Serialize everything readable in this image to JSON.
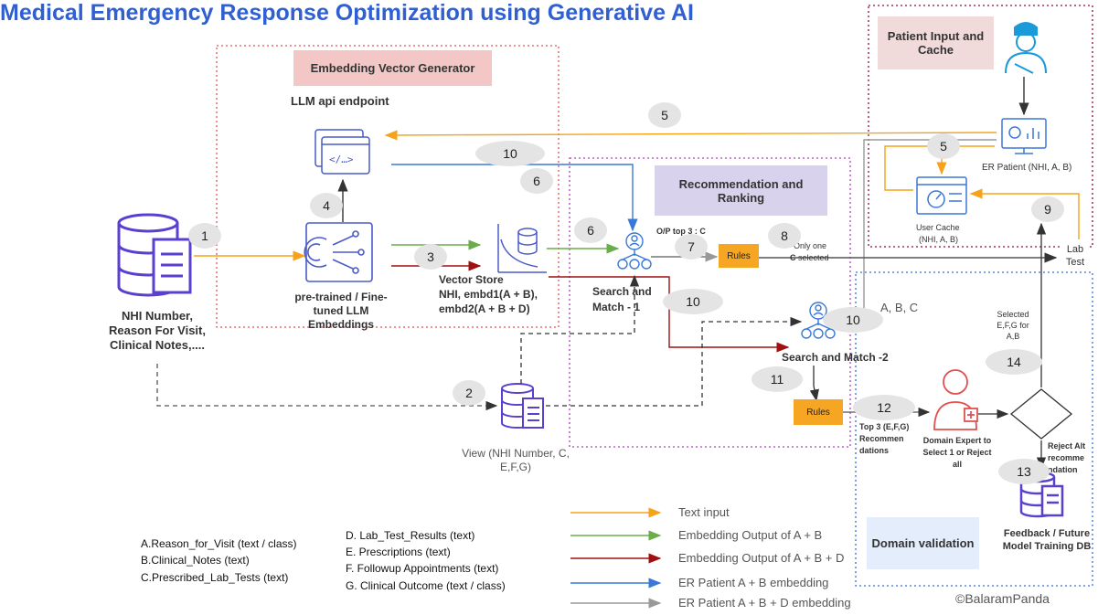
{
  "title": "Medical Emergency Response Optimization using Generative AI",
  "sections": {
    "embedding_header": "Embedding Vector Generator",
    "llm_api": "LLM api endpoint",
    "recommendation_header": "Recommendation and Ranking",
    "patient_header": "Patient Input and Cache",
    "domain_header": "Domain validation"
  },
  "nodes": {
    "nhi_db": "NHI Number, Reason For Visit, Clinical Notes,....",
    "pretrained": "pre-trained / Fine-tuned LLM Embeddings",
    "vector_store_1": "Vector Store",
    "vector_store_2": "NHI, embd1(A + B),",
    "vector_store_3": "embd2(A + B + D)",
    "search1_a": "Search and",
    "search1_b": "Match - 1",
    "search2": "Search and Match -2",
    "op_top3": "O/P top 3 : C",
    "rules": "Rules",
    "only_one_1": "Only one",
    "only_one_2a": "C",
    "only_one_2b": " selected",
    "lab_test": "Lab Test",
    "er_patient": "ER Patient (NHI, A, B)",
    "user_cache_1": "User Cache",
    "user_cache_2": "(NHI, A, B)",
    "abc": "A, B, C",
    "selected": "Selected E,F,G for A,B",
    "top3_efg": "Top 3 (E,F,G) Recommen dations",
    "domain_expert": "Domain Expert to Select 1 or Reject all",
    "reject_alt": "Reject Alt recomme ndation",
    "feedback_db": "Feedback / Future Model Training DB",
    "view": "View (NHI Number, C, E,F,G)"
  },
  "steps": [
    "1",
    "2",
    "3",
    "4",
    "5",
    "5",
    "6",
    "6",
    "7",
    "8",
    "9",
    "10",
    "10",
    "10",
    "11",
    "12",
    "13",
    "14"
  ],
  "legend": [
    {
      "label": "Text input",
      "color": "#f5a31a"
    },
    {
      "label": "Embedding Output of A + B",
      "color": "#6aad4a"
    },
    {
      "label": "Embedding Output of A + B + D",
      "color": "#a01010"
    },
    {
      "label": "ER Patient A + B embedding",
      "color": "#3a78d8"
    },
    {
      "label": "ER Patient A + B + D embedding",
      "color": "#999999"
    }
  ],
  "keys_left": [
    "A.Reason_for_Visit (text / class)",
    "B.Clinical_Notes (text)",
    "C.Prescribed_Lab_Tests (text)"
  ],
  "keys_mid": [
    "D. Lab_Test_Results (text)",
    "E. Prescriptions (text)",
    "F. Followup Appointments (text)",
    "G. Clinical Outcome (text / class)"
  ],
  "copyright": "©BalaramPanda",
  "icons": [
    "database-icon",
    "code-window-icon",
    "network-icon",
    "vector-store-icon",
    "person-icon",
    "doctor-icon",
    "monitor-gear-icon",
    "browser-gauge-icon",
    "decision-diamond-icon"
  ]
}
